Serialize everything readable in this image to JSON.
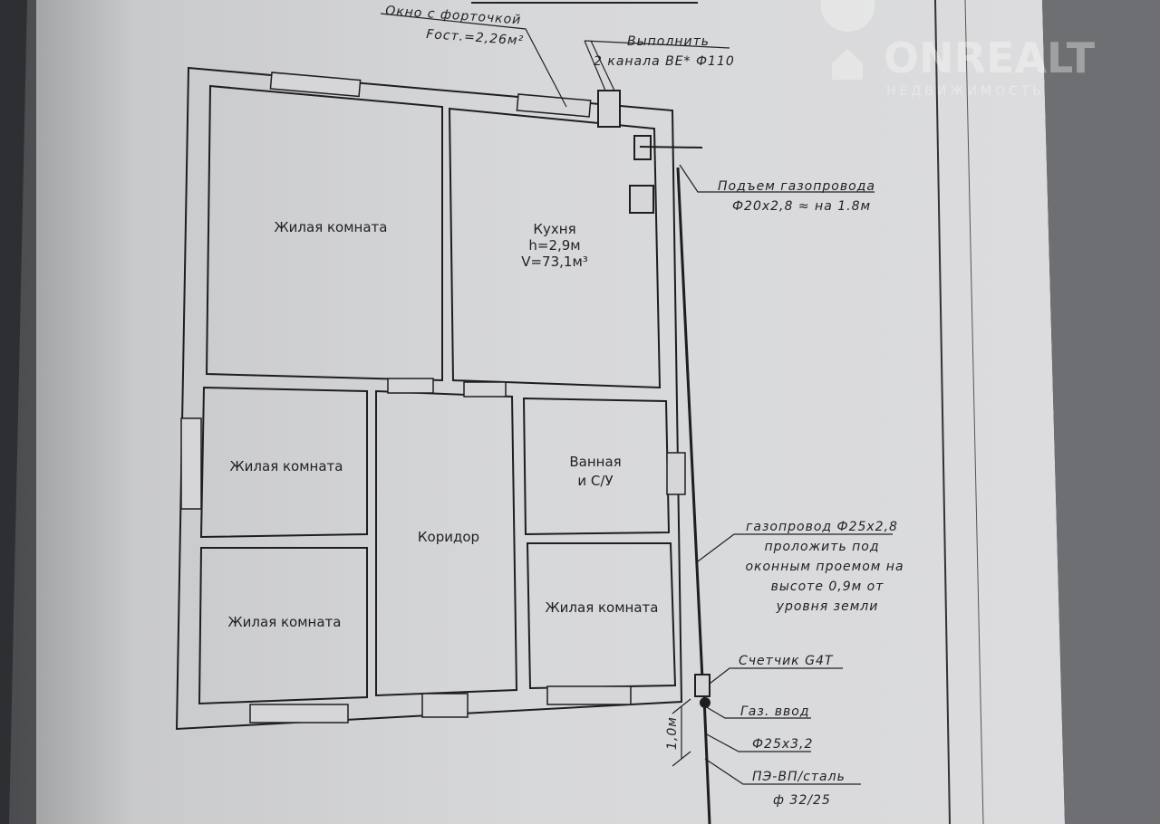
{
  "watermark": {
    "brand": "ONREALT",
    "tagline": "НЕДВИЖИМОСТЬ"
  },
  "rooms": {
    "living_1": "Жилая комната",
    "kitchen": {
      "name": "Кухня",
      "height": "h=2,9м",
      "volume": "V=73,1м³"
    },
    "living_2": "Жилая комната",
    "corridor": "Коридор",
    "bath": {
      "line1": "Ванная",
      "line2": "и С/У"
    },
    "living_3": "Жилая комната",
    "living_4": "Жилая комната"
  },
  "notes": {
    "window": {
      "line1": "Окно с форточкой",
      "line2": "Fост.=2,26м²"
    },
    "vent": {
      "line1": "Выполнить",
      "line2": "2 канала ВЕ* Ф110"
    },
    "riser": {
      "line1": "Подъем газопровода",
      "line2": "Ф20х2,8 ≈ на 1.8м"
    },
    "pipe": {
      "line1": "газопровод Ф25х2,8",
      "line2": "проложить под",
      "line3": "оконным проемом на",
      "line4": "высоте 0,9м от",
      "line5": "уровня земли"
    },
    "meter": "Счетчик G4T",
    "inlet": "Газ. ввод",
    "inlet_pipe": "Ф25х3,2",
    "material": {
      "line1": "ПЭ-ВП/сталь",
      "line2": "ф 32/25"
    },
    "dimension": "1,0м"
  }
}
